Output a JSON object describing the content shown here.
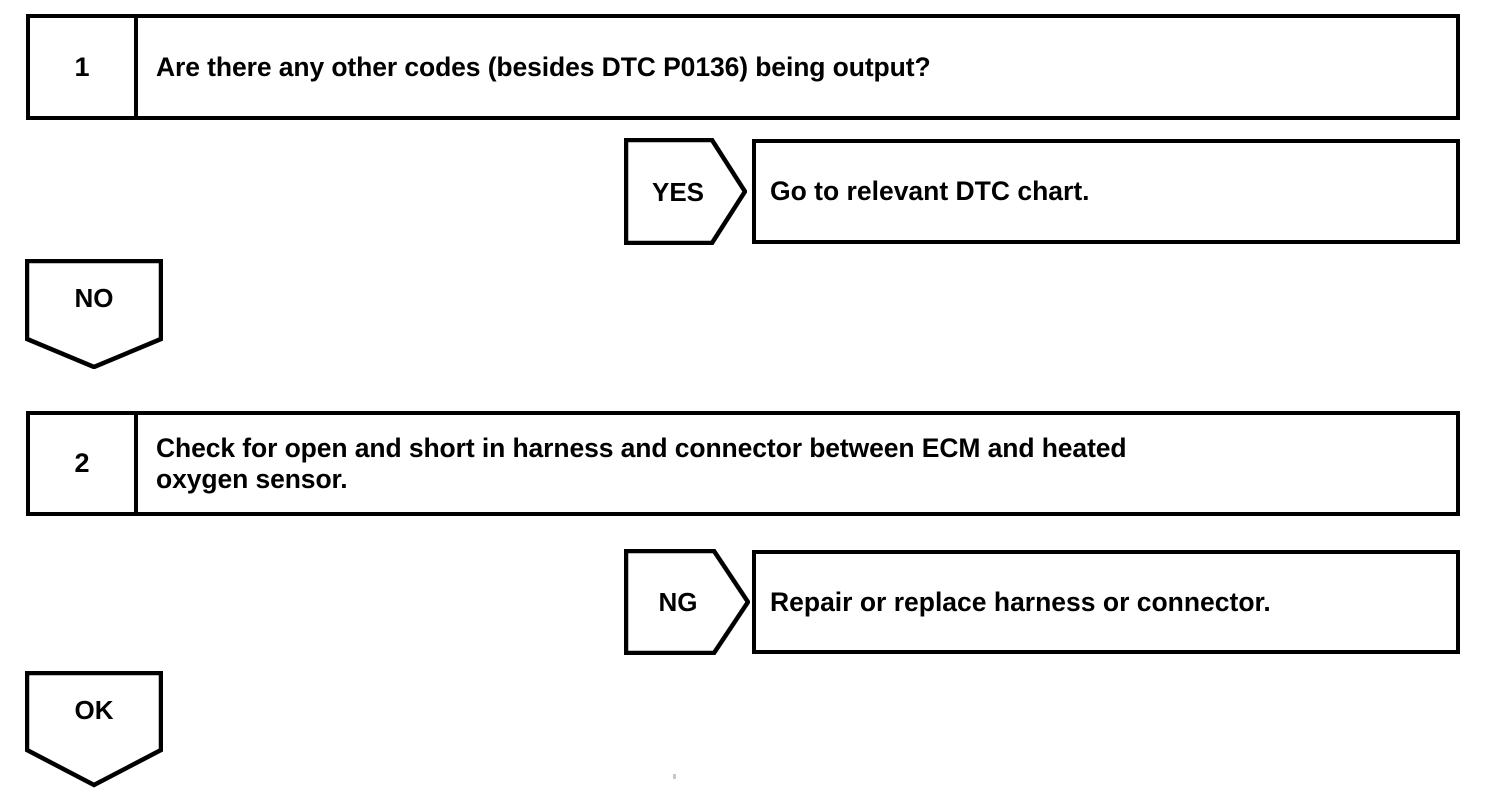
{
  "document": {
    "kind": "diagnostic-trouble-code-flowchart",
    "ink_color": "#000000",
    "background_color": "#ffffff"
  },
  "steps": [
    {
      "number": "1",
      "lines": [
        "Are there any other codes (besides DTC P0136) being output?"
      ]
    },
    {
      "number": "2",
      "lines": [
        "Check for open and short in harness and connector between ECM and heated",
        "oxygen sensor."
      ]
    }
  ],
  "branches": [
    {
      "label": "YES",
      "shape": "pentagon-right",
      "result": "Go to relevant DTC chart."
    },
    {
      "label": "NO",
      "shape": "pentagon-down",
      "result": ""
    },
    {
      "label": "NG",
      "shape": "pentagon-right",
      "result": "Repair or replace harness or connector."
    },
    {
      "label": "OK",
      "shape": "pentagon-down",
      "result": ""
    }
  ]
}
